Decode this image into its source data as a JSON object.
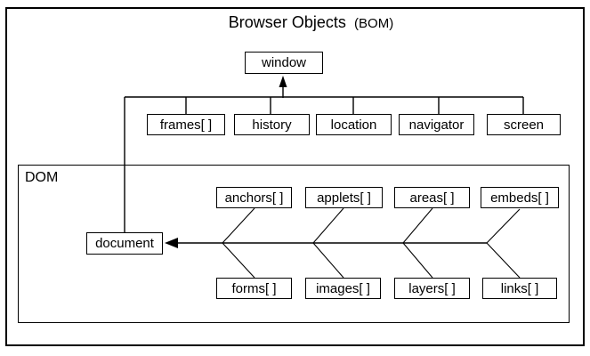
{
  "title": {
    "text": "Browser Objects",
    "suffix": "(BOM)"
  },
  "bom": {
    "root": {
      "label": "window"
    },
    "children": [
      {
        "label": "frames[ ]"
      },
      {
        "label": "history"
      },
      {
        "label": "location"
      },
      {
        "label": "navigator"
      },
      {
        "label": "screen"
      }
    ]
  },
  "dom": {
    "label": "DOM",
    "document": {
      "label": "document"
    },
    "collections_top": [
      {
        "label": "anchors[ ]"
      },
      {
        "label": "applets[ ]"
      },
      {
        "label": "areas[ ]"
      },
      {
        "label": "embeds[ ]"
      }
    ],
    "collections_bottom": [
      {
        "label": "forms[ ]"
      },
      {
        "label": "images[ ]"
      },
      {
        "label": "layers[ ]"
      },
      {
        "label": "links[ ]"
      }
    ]
  },
  "colors": {
    "line": "#000000",
    "background": "#ffffff"
  }
}
